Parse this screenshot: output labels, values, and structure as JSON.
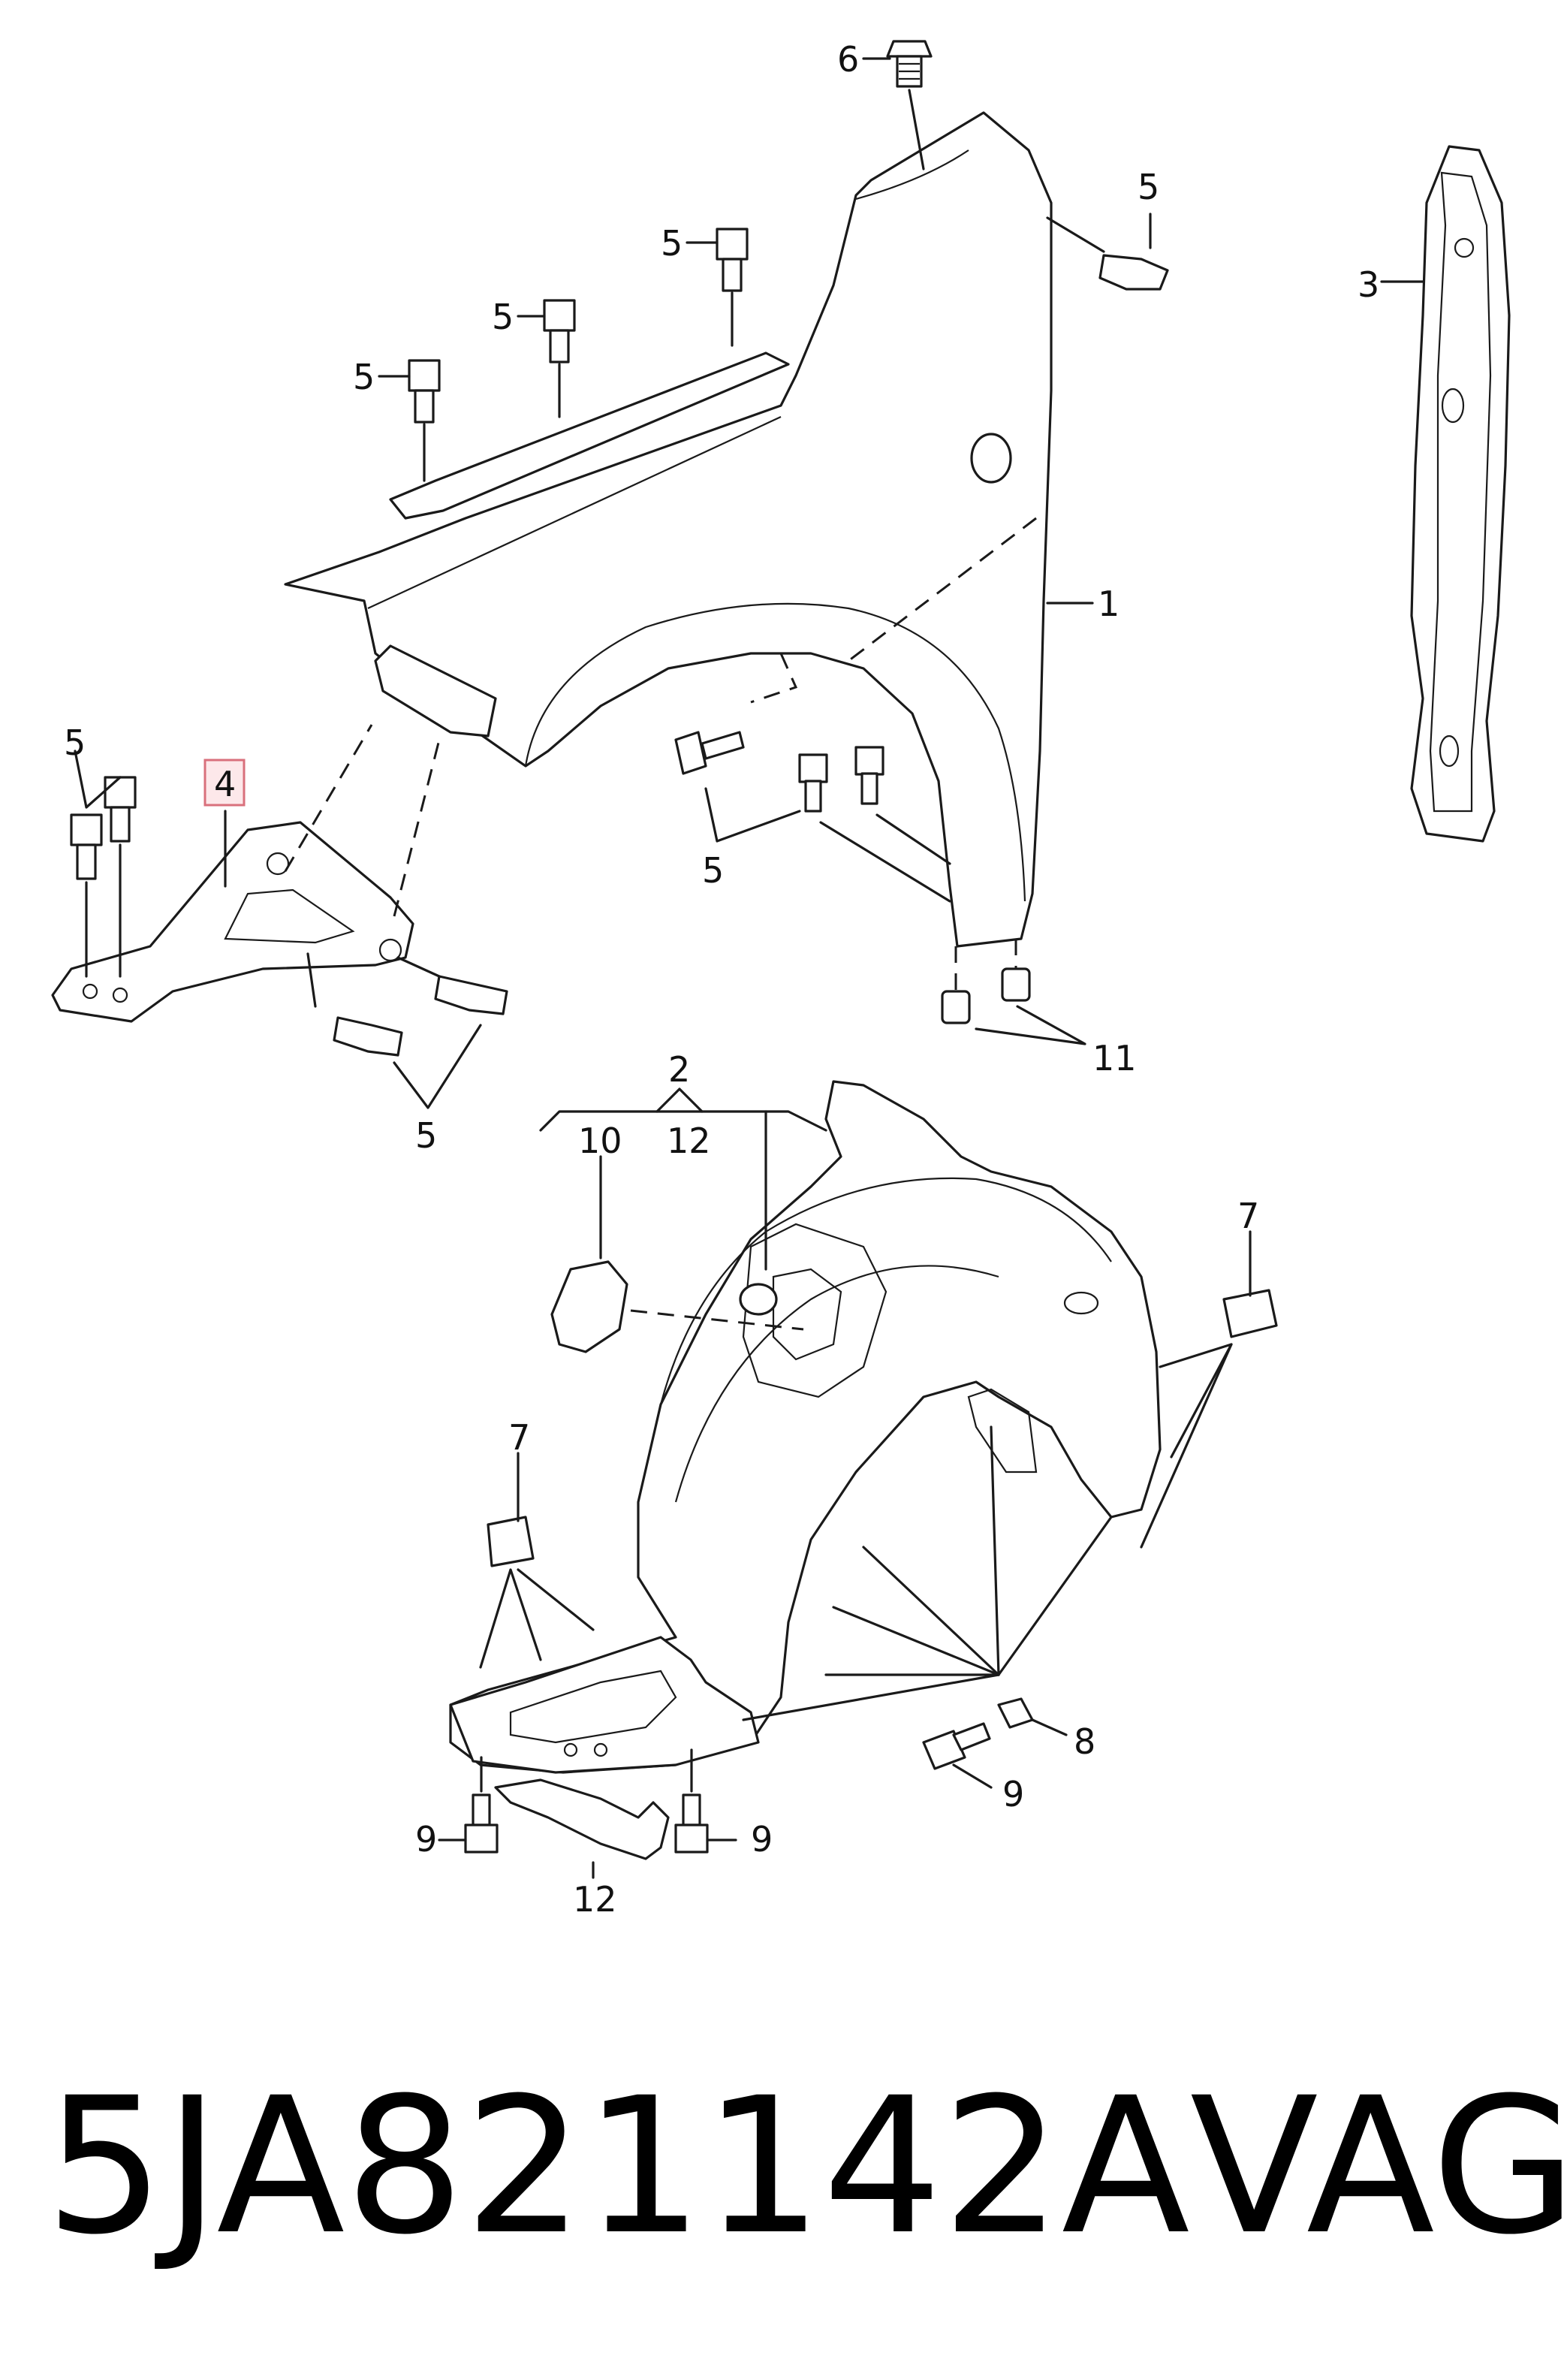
{
  "callouts": {
    "c1": "1",
    "c2": "2",
    "c3": "3",
    "c4": "4",
    "c5a": "5",
    "c5b": "5",
    "c5c": "5",
    "c5d": "5",
    "c5e": "5",
    "c5f": "5",
    "c5g": "5",
    "c6": "6",
    "c7a": "7",
    "c7b": "7",
    "c8": "8",
    "c9a": "9",
    "c9b": "9",
    "c9c": "9",
    "c10": "10",
    "c11": "11",
    "c12a": "12",
    "c12b": "12"
  },
  "highlighted_part": "4",
  "highlight_color": "#d9707c",
  "part_number": "5JA821142A",
  "manufacturer": "VAG"
}
